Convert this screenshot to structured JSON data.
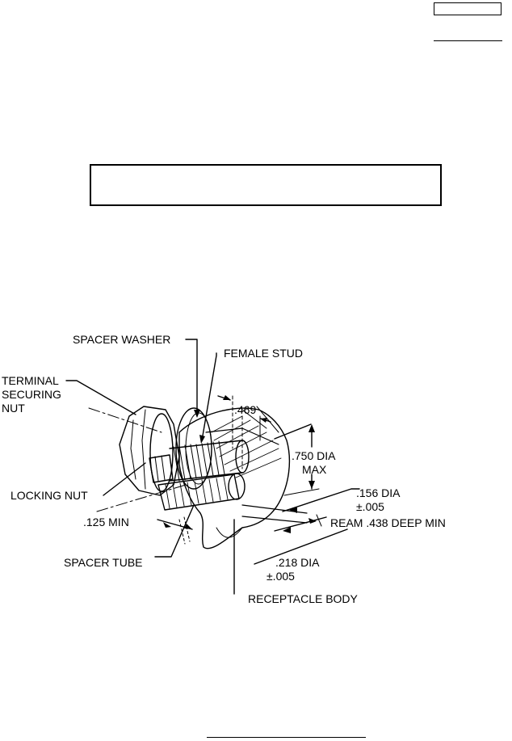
{
  "figure": {
    "labels": {
      "spacer_washer": "SPACER WASHER",
      "female_stud": "FEMALE STUD",
      "terminal_1": "TERMINAL",
      "terminal_2": "SECURING",
      "terminal_3": "NUT",
      "dim_469": ".469",
      "dim_750_1": ".750 DIA",
      "dim_750_2": "MAX",
      "locking_nut": "LOCKING NUT",
      "dim_156_1": ".156 DIA",
      "dim_156_2": "±.005",
      "dim_125": ".125 MIN",
      "ream": "REAM .438 DEEP MIN",
      "spacer_tube": "SPACER TUBE",
      "dim_218_1": ".218 DIA",
      "dim_218_2": "±.005",
      "receptacle_body": "RECEPTACLE BODY"
    }
  }
}
